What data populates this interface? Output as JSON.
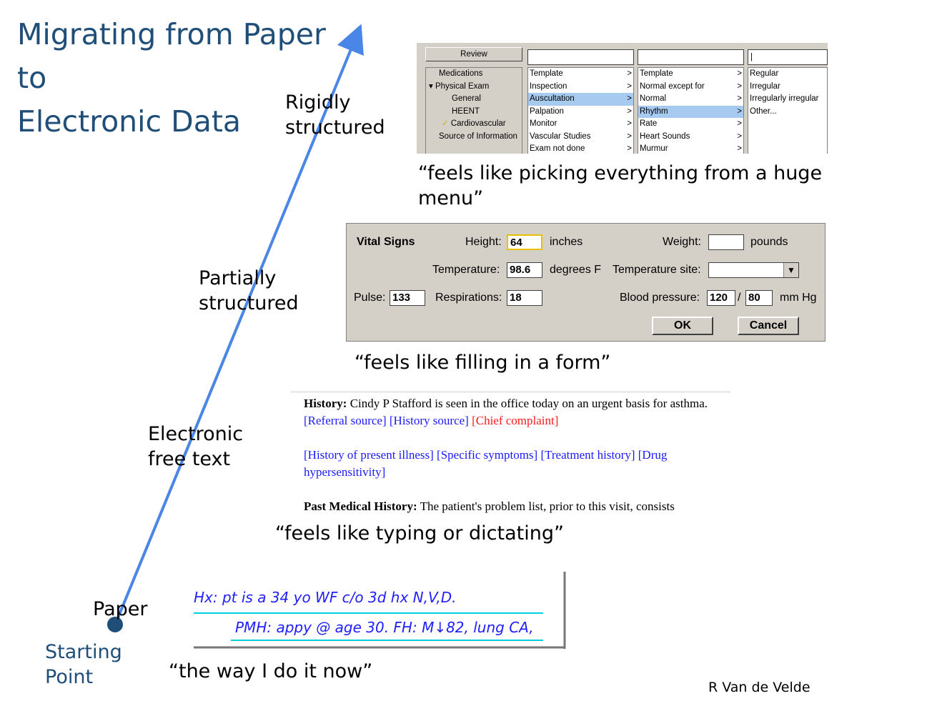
{
  "title": "Migrating from Paper\nto\nElectronic Data",
  "stages": {
    "rigid": "Rigidly\nstructured",
    "partial": "Partially\nstructured",
    "free": "Electronic\nfree text",
    "paper": "Paper",
    "start": "Starting\nPoint"
  },
  "captions": {
    "menu": "“feels like picking everything from a huge\nmenu”",
    "form": "“feels like filling in a form”",
    "typing": "“feels like typing or dictating”",
    "paper": "“the way I do it now”"
  },
  "credit": "R Van de Velde",
  "menu_panel": {
    "review_label": "Review",
    "tree": [
      "Medications",
      "Physical Exam",
      "General",
      "HEENT",
      "Cardiovascular",
      "Source of Information"
    ],
    "tree_selected_mark": "✓",
    "col1": [
      "Template",
      "Inspection",
      "Auscultation",
      "Palpation",
      "Monitor",
      "Vascular Studies",
      "Exam not done"
    ],
    "col1_selected": 2,
    "col2": [
      "Template",
      "Normal except for",
      "Normal",
      "Rhythm",
      "Rate",
      "Heart Sounds",
      "Murmur"
    ],
    "col2_selected": 3,
    "col3": [
      "Regular",
      "Irregular",
      "Irregularly irregular",
      "Other..."
    ],
    "arrow": ">",
    "col3_input": "|"
  },
  "vitals": {
    "title": "Vital Signs",
    "height_label": "Height:",
    "height_value": "64",
    "height_unit": "inches",
    "weight_label": "Weight:",
    "weight_value": "",
    "weight_unit": "pounds",
    "temp_label": "Temperature:",
    "temp_value": "98.6",
    "temp_unit": "degrees F",
    "temp_site_label": "Temperature site:",
    "temp_site_value": "",
    "pulse_label": "Pulse:",
    "pulse_value": "133",
    "resp_label": "Respirations:",
    "resp_value": "18",
    "bp_label": "Blood pressure:",
    "bp_sys": "120",
    "bp_sep": "/",
    "bp_dia": "80",
    "bp_unit": "mm Hg",
    "ok_label": "OK",
    "cancel_label": "Cancel",
    "dropdown_icon": "▼"
  },
  "freetext": {
    "history_label": "History:",
    "history_text": " Cindy P Stafford is seen in the office today on an urgent basis for asthma.",
    "referral": "[Referral source]",
    "history_source": "[History source]",
    "chief_complaint": "[Chief complaint]",
    "hpi": "[History of present illness]",
    "symptoms": "[Specific symptoms]",
    "treatment": "[Treatment history]",
    "drug": "[Drug hypersensitivity]",
    "pmh_label": "Past Medical History:",
    "pmh_text": " The patient's problem list, prior to this visit, consists"
  },
  "handwriting": {
    "line1": "Hx: pt is a 34 yo WF c/o 3d hx N,V,D.",
    "line2": "PMH: appy @ age 30.  FH: M↓82, lung CA,"
  },
  "colors": {
    "title": "#1f4e79",
    "arrow": "#4a86e8",
    "start_dot": "#1f4e79",
    "link_blue": "#1a1aff",
    "link_red": "#ff1a1a",
    "highlight": "#a6caf0"
  }
}
